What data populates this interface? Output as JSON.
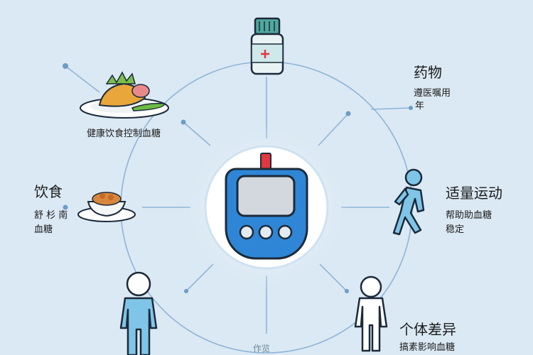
{
  "diagram": {
    "diet_control": {
      "caption": "健康饮食控制血糖"
    },
    "diet": {
      "title": "饮食",
      "line1": "舒 杉 南",
      "line2": "血糖"
    },
    "medication": {
      "title": "药物",
      "line1": "遵医嘱用",
      "line2": "年"
    },
    "exercise": {
      "title": "适量运动",
      "line1": "帮助助血糖",
      "line2": "稳定"
    },
    "individual": {
      "title": "个体差异",
      "line1": "搞素影响血糖"
    },
    "bottom_partial": {
      "text": "作览"
    }
  },
  "icons": {
    "center": "glucose-meter-icon",
    "top": "medicine-bottle-icon",
    "upper_left": "food-plate-icon",
    "left": "meal-bowl-icon",
    "right": "running-person-icon",
    "lower_right": "standing-person-icon",
    "lower_left": "person-icon"
  },
  "colors": {
    "background": "#dbe9f4",
    "line": "#8fb4d6",
    "meter_body": "#2f86d6",
    "meter_screen": "#d3d8de",
    "person_fill": "#7fc5e8",
    "accent_red": "#e0383e"
  }
}
